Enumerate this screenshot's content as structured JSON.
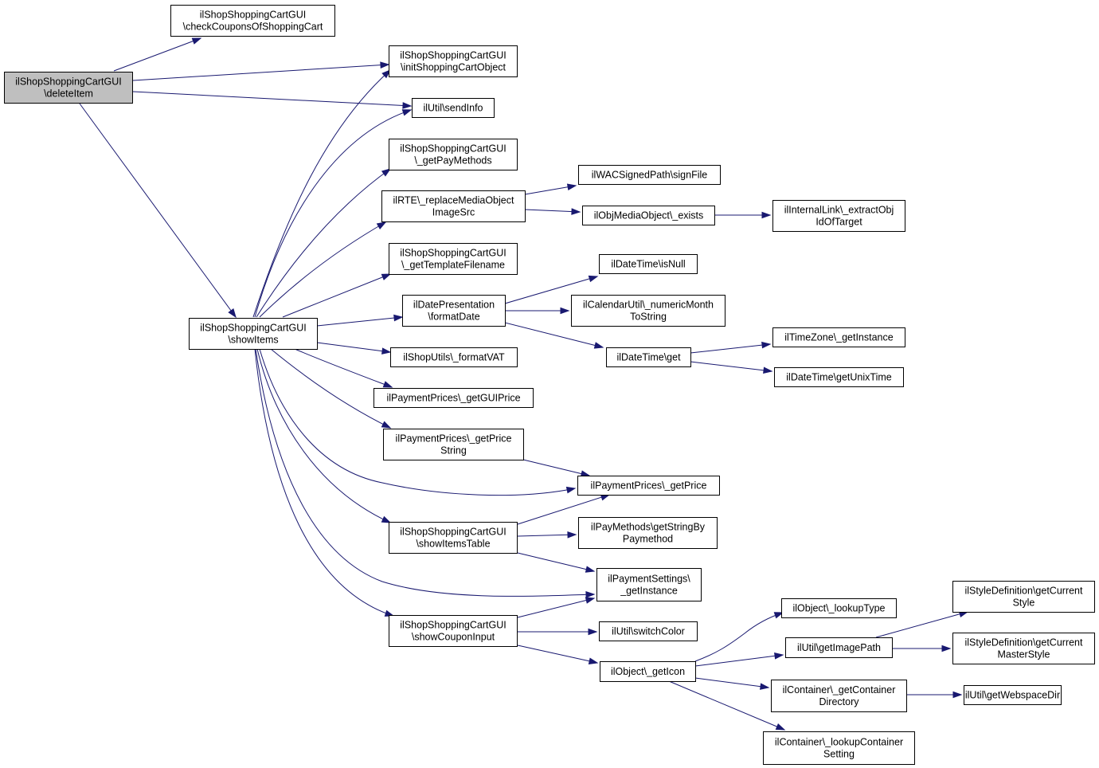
{
  "nodes": [
    {
      "id": "deleteItem",
      "lines": [
        "ilShopShoppingCartGUI",
        "\\deleteItem"
      ],
      "root": true
    },
    {
      "id": "checkCoupons",
      "lines": [
        "ilShopShoppingCartGUI",
        "\\checkCouponsOfShoppingCart"
      ]
    },
    {
      "id": "initCart",
      "lines": [
        "ilShopShoppingCartGUI",
        "\\initShoppingCartObject"
      ]
    },
    {
      "id": "sendInfo",
      "lines": [
        "ilUtil\\sendInfo"
      ]
    },
    {
      "id": "getPayMethods",
      "lines": [
        "ilShopShoppingCartGUI",
        "\\_getPayMethods"
      ]
    },
    {
      "id": "replaceMedia",
      "lines": [
        "ilRTE\\_replaceMediaObject",
        "ImageSrc"
      ]
    },
    {
      "id": "signFile",
      "lines": [
        "ilWACSignedPath\\signFile"
      ]
    },
    {
      "id": "mobExists",
      "lines": [
        "ilObjMediaObject\\_exists"
      ]
    },
    {
      "id": "extractObj",
      "lines": [
        "ilInternalLink\\_extractObj",
        "IdOfTarget"
      ]
    },
    {
      "id": "getTemplate",
      "lines": [
        "ilShopShoppingCartGUI",
        "\\_getTemplateFilename"
      ]
    },
    {
      "id": "isNull",
      "lines": [
        "ilDateTime\\isNull"
      ]
    },
    {
      "id": "formatDate",
      "lines": [
        "ilDatePresentation",
        "\\formatDate"
      ]
    },
    {
      "id": "numericMonth",
      "lines": [
        "ilCalendarUtil\\_numericMonth",
        "ToString"
      ]
    },
    {
      "id": "showItems",
      "lines": [
        "ilShopShoppingCartGUI",
        "\\showItems"
      ]
    },
    {
      "id": "dtGet",
      "lines": [
        "ilDateTime\\get"
      ]
    },
    {
      "id": "tzInstance",
      "lines": [
        "ilTimeZone\\_getInstance"
      ]
    },
    {
      "id": "formatVAT",
      "lines": [
        "ilShopUtils\\_formatVAT"
      ]
    },
    {
      "id": "unixTime",
      "lines": [
        "ilDateTime\\getUnixTime"
      ]
    },
    {
      "id": "guiPrice",
      "lines": [
        "ilPaymentPrices\\_getGUIPrice"
      ]
    },
    {
      "id": "priceString",
      "lines": [
        "ilPaymentPrices\\_getPrice",
        "String"
      ]
    },
    {
      "id": "getPrice",
      "lines": [
        "ilPaymentPrices\\_getPrice"
      ]
    },
    {
      "id": "showItemsTable",
      "lines": [
        "ilShopShoppingCartGUI",
        "\\showItemsTable"
      ]
    },
    {
      "id": "stringByPaymethod",
      "lines": [
        "ilPayMethods\\getStringBy",
        "Paymethod"
      ]
    },
    {
      "id": "paySettings",
      "lines": [
        "ilPaymentSettings\\",
        "_getInstance"
      ]
    },
    {
      "id": "styleCurrent",
      "lines": [
        "ilStyleDefinition\\getCurrent",
        "Style"
      ]
    },
    {
      "id": "lookupType",
      "lines": [
        "ilObject\\_lookupType"
      ]
    },
    {
      "id": "showCoupon",
      "lines": [
        "ilShopShoppingCartGUI",
        "\\showCouponInput"
      ]
    },
    {
      "id": "switchColor",
      "lines": [
        "ilUtil\\switchColor"
      ]
    },
    {
      "id": "imagePath",
      "lines": [
        "ilUtil\\getImagePath"
      ]
    },
    {
      "id": "styleMaster",
      "lines": [
        "ilStyleDefinition\\getCurrent",
        "MasterStyle"
      ]
    },
    {
      "id": "getIcon",
      "lines": [
        "ilObject\\_getIcon"
      ]
    },
    {
      "id": "containerDir",
      "lines": [
        "ilContainer\\_getContainer",
        "Directory"
      ]
    },
    {
      "id": "webspaceDir",
      "lines": [
        "ilUtil\\getWebspaceDir"
      ]
    },
    {
      "id": "lookupContainer",
      "lines": [
        "ilContainer\\_lookupContainer",
        "Setting"
      ]
    }
  ],
  "edges": [
    [
      "deleteItem",
      "checkCoupons"
    ],
    [
      "deleteItem",
      "initCart"
    ],
    [
      "deleteItem",
      "sendInfo"
    ],
    [
      "deleteItem",
      "showItems"
    ],
    [
      "showItems",
      "initCart"
    ],
    [
      "showItems",
      "sendInfo"
    ],
    [
      "showItems",
      "getPayMethods"
    ],
    [
      "showItems",
      "replaceMedia"
    ],
    [
      "showItems",
      "getTemplate"
    ],
    [
      "showItems",
      "formatDate"
    ],
    [
      "showItems",
      "formatVAT"
    ],
    [
      "showItems",
      "guiPrice"
    ],
    [
      "showItems",
      "priceString"
    ],
    [
      "showItems",
      "getPrice"
    ],
    [
      "showItems",
      "showItemsTable"
    ],
    [
      "showItems",
      "paySettings"
    ],
    [
      "showItems",
      "showCoupon"
    ],
    [
      "replaceMedia",
      "signFile"
    ],
    [
      "replaceMedia",
      "mobExists"
    ],
    [
      "mobExists",
      "extractObj"
    ],
    [
      "formatDate",
      "isNull"
    ],
    [
      "formatDate",
      "numericMonth"
    ],
    [
      "formatDate",
      "dtGet"
    ],
    [
      "dtGet",
      "tzInstance"
    ],
    [
      "dtGet",
      "unixTime"
    ],
    [
      "priceString",
      "getPrice"
    ],
    [
      "showItemsTable",
      "getPrice"
    ],
    [
      "showItemsTable",
      "stringByPaymethod"
    ],
    [
      "showItemsTable",
      "paySettings"
    ],
    [
      "showCoupon",
      "paySettings"
    ],
    [
      "showCoupon",
      "switchColor"
    ],
    [
      "showCoupon",
      "getIcon"
    ],
    [
      "getIcon",
      "lookupType"
    ],
    [
      "getIcon",
      "imagePath"
    ],
    [
      "getIcon",
      "containerDir"
    ],
    [
      "getIcon",
      "lookupContainer"
    ],
    [
      "imagePath",
      "styleCurrent"
    ],
    [
      "imagePath",
      "styleMaster"
    ],
    [
      "containerDir",
      "webspaceDir"
    ]
  ]
}
